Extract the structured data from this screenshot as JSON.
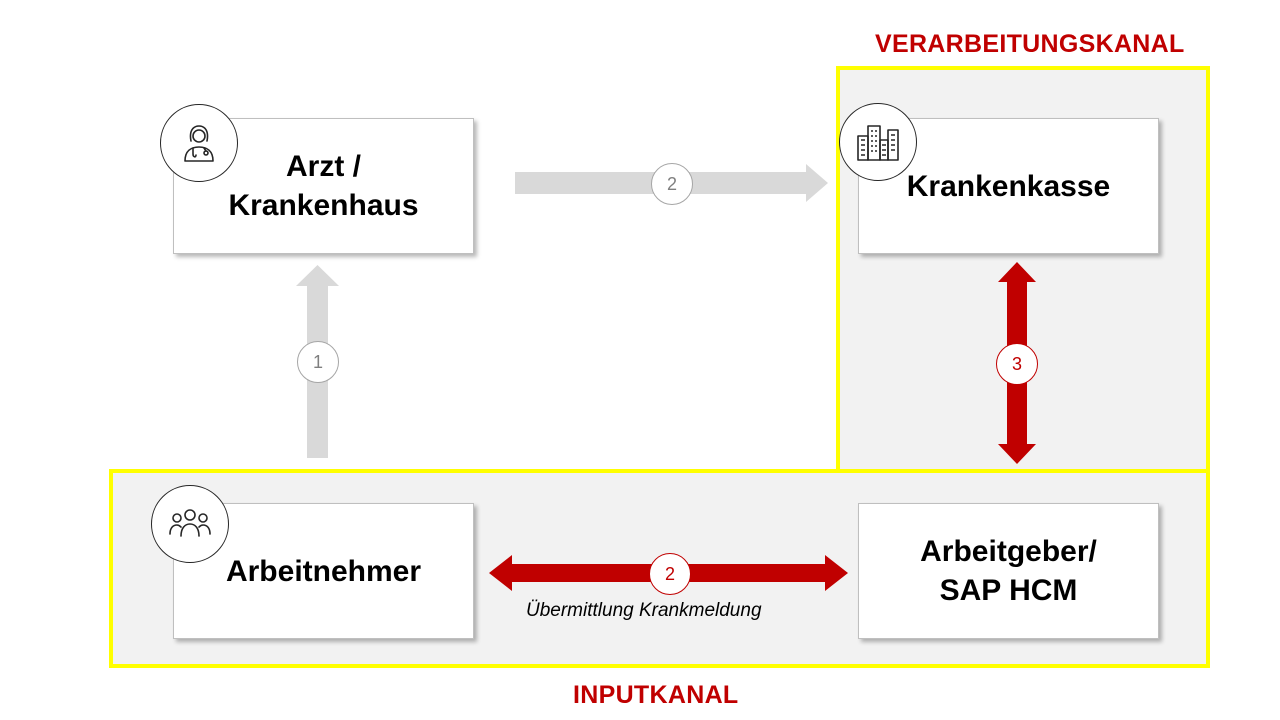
{
  "labels": {
    "processing_channel": "VERARBEITUNGSKANAL",
    "input_channel": "INPUTKANAL"
  },
  "boxes": {
    "doctor": "Arzt /\nKrankenhaus",
    "insurance": "Krankenkasse",
    "employee": "Arbeitnehmer",
    "employer": "Arbeitgeber/\nSAP HCM"
  },
  "icons": {
    "doctor": "doctor-icon",
    "insurance": "office-buildings-icon",
    "employee": "people-group-icon"
  },
  "steps": {
    "employee_to_doctor": "1",
    "doctor_to_insurance": "2",
    "employee_employer": "2",
    "insurance_employer": "3"
  },
  "captions": {
    "employee_employer": "Übermittlung Krankmeldung"
  },
  "colors": {
    "channel_outline": "#ffff00",
    "channel_fill": "#f2f2f2",
    "accent_red": "#c00000",
    "grey_arrow": "#d9d9d9"
  }
}
